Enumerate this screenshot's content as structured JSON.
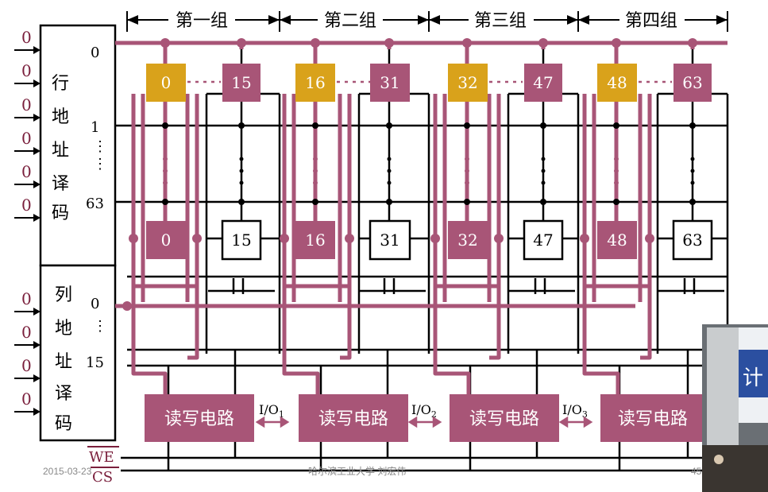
{
  "groups": [
    "第一组",
    "第二组",
    "第三组",
    "第四组"
  ],
  "row_decoder": {
    "chars": [
      "行",
      "地",
      "址",
      "译",
      "码"
    ],
    "inputs": [
      "0",
      "0",
      "0",
      "0",
      "0",
      "0"
    ],
    "row_labels": [
      "0",
      "1",
      "63"
    ]
  },
  "col_decoder": {
    "chars": [
      "列",
      "地",
      "址",
      "译",
      "码"
    ],
    "inputs": [
      "0",
      "0",
      "0",
      "0"
    ],
    "col_labels": [
      "0",
      "15"
    ]
  },
  "cells_top": [
    "0",
    "15",
    "16",
    "31",
    "32",
    "47",
    "48",
    "63"
  ],
  "cells_bottom": [
    "0",
    "15",
    "16",
    "31",
    "32",
    "47",
    "48",
    "63"
  ],
  "rw_circuit_label": "读写电路",
  "io_labels": [
    "I/O",
    "I/O",
    "I/O"
  ],
  "io_subs": [
    "1",
    "2",
    "3"
  ],
  "signals": {
    "we": "WE",
    "cs": "CS"
  },
  "footer": {
    "date": "2015-03-23",
    "author": "哈尔滨工业大学 刘宏伟",
    "page": "45"
  },
  "webcam_text": "计",
  "colors": {
    "accent": "#a85577",
    "highlight": "#d9a21b",
    "wire": "#000000",
    "label": "#7a1f3c"
  }
}
